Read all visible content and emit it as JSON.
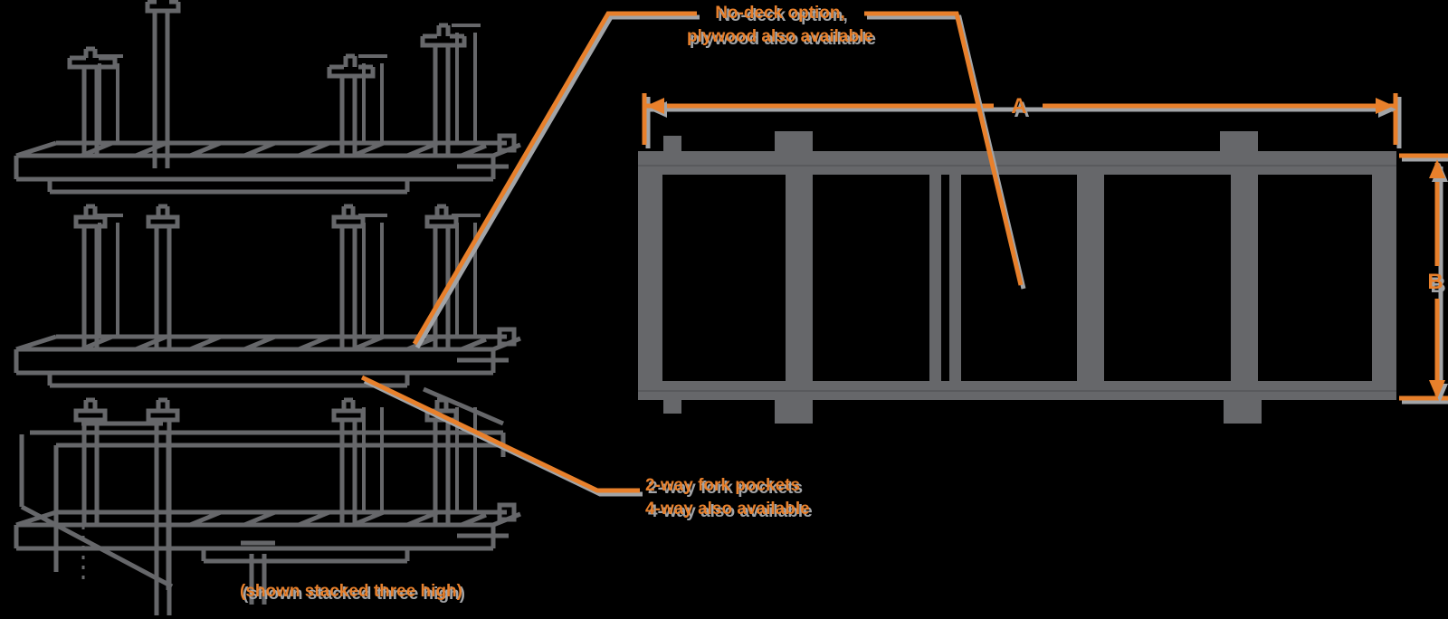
{
  "colors": {
    "accent": "#E8802B",
    "shadow": "#A2A4A7",
    "ink": "#66676A",
    "bg": "#000000"
  },
  "annotations": {
    "no_deck": {
      "line1": "No-deck option,",
      "line2": "plywood also available"
    },
    "fork": {
      "line1": "2-way fork pockets",
      "line2": "4-way also available"
    },
    "caption": "(shown stacked three high)",
    "dim_a": "A",
    "dim_b": "B"
  }
}
